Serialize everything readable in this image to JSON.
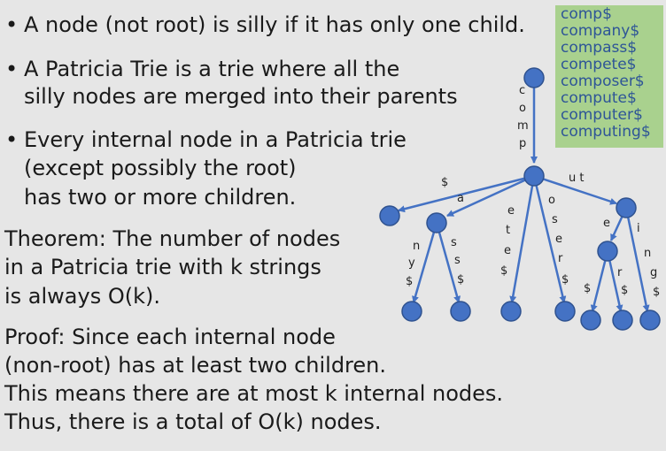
{
  "bullets": [
    "A node (not root) is silly if it has only one child.",
    "A Patricia Trie is a trie where all the",
    "silly nodes are merged into their parents",
    "Every internal node in a Patricia trie",
    "(except possibly the root)",
    "has two or more children."
  ],
  "theorem": [
    "Theorem: The number of nodes",
    "in a Patricia trie with k strings",
    "is always O(k)."
  ],
  "proof": [
    "Proof: Since each internal node",
    "(non-root) has at least two children.",
    "This means there are at most k internal nodes.",
    "Thus, there is a total of O(k) nodes."
  ],
  "words": [
    "comp$",
    "company$",
    "compass$",
    "compete$",
    "composer$",
    "compute$",
    "computer$",
    "computing$"
  ],
  "edge_labels": {
    "root": [
      "c",
      "o",
      "m",
      "p"
    ],
    "dollar": "$",
    "a": "a",
    "ut": "u t",
    "ny": [
      "n",
      "y",
      "$"
    ],
    "ss": [
      "s",
      "s",
      "$"
    ],
    "ete": [
      "e",
      "t",
      "e",
      "$"
    ],
    "oser": [
      "o",
      "s",
      "e",
      "r",
      "$"
    ],
    "e": "e",
    "ing": [
      "i",
      "n",
      "g",
      "$"
    ],
    "edollar": "$",
    "r": "r",
    "rdollar": "$"
  },
  "colors": {
    "node": "#4472c4",
    "node_stroke": "#2f528f",
    "wordbox_bg": "#a9d18e",
    "wordbox_text": "#2e5597"
  }
}
